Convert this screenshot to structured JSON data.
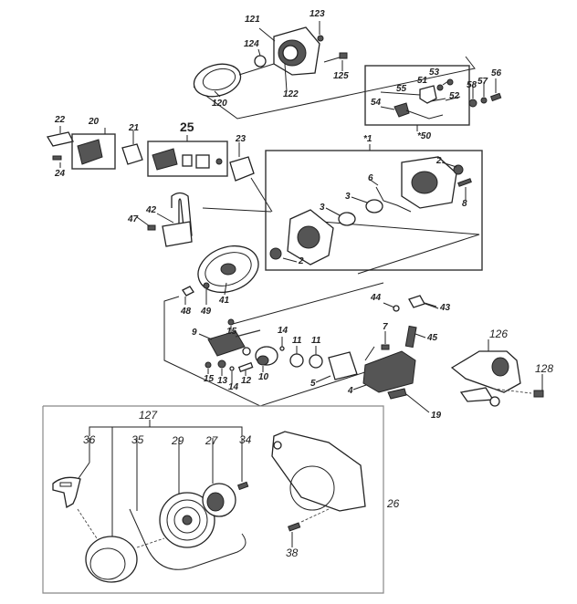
{
  "title": "Engine exploded parts diagram",
  "groups": {
    "clutch": {
      "labels": [
        "120",
        "121",
        "122",
        "123",
        "124",
        "125"
      ]
    },
    "group_50": {
      "label": "*50",
      "parts": [
        "51",
        "52",
        "53",
        "54",
        "55"
      ],
      "outside": [
        "56",
        "57",
        "58"
      ]
    },
    "intake": {
      "labels": [
        "20",
        "21",
        "22",
        "23",
        "24"
      ],
      "group_25": "25"
    },
    "crankcase_group_1": {
      "label": "*1",
      "parts": [
        "2",
        "2",
        "3",
        "3",
        "6",
        "8"
      ]
    },
    "ignition": {
      "labels": [
        "41",
        "42",
        "47",
        "48",
        "49"
      ]
    },
    "crankshaft": {
      "labels": [
        "9",
        "10",
        "11",
        "11",
        "12",
        "13",
        "14",
        "14",
        "15",
        "15"
      ]
    },
    "cylinder": {
      "labels": [
        "4",
        "5",
        "7",
        "19",
        "43",
        "44",
        "45"
      ]
    },
    "cover": {
      "labels": [
        "126",
        "128"
      ]
    },
    "starter_group_127": {
      "label": "127",
      "parts": [
        "36",
        "35",
        "29",
        "27",
        "34"
      ]
    },
    "starter_housing": {
      "labels": [
        "26",
        "38"
      ]
    }
  },
  "labels": [
    {
      "id": "120",
      "text": "120"
    },
    {
      "id": "121",
      "text": "121"
    },
    {
      "id": "122",
      "text": "122"
    },
    {
      "id": "123",
      "text": "123"
    },
    {
      "id": "124",
      "text": "124"
    },
    {
      "id": "125",
      "text": "125"
    },
    {
      "id": "53",
      "text": "53"
    },
    {
      "id": "51",
      "text": "51"
    },
    {
      "id": "55",
      "text": "55"
    },
    {
      "id": "52",
      "text": "52"
    },
    {
      "id": "54",
      "text": "54"
    },
    {
      "id": "58",
      "text": "58"
    },
    {
      "id": "57",
      "text": "57"
    },
    {
      "id": "56",
      "text": "56"
    },
    {
      "id": "50",
      "text": "*50"
    },
    {
      "id": "22",
      "text": "22"
    },
    {
      "id": "20",
      "text": "20"
    },
    {
      "id": "21",
      "text": "21"
    },
    {
      "id": "24",
      "text": "24"
    },
    {
      "id": "25",
      "text": "25"
    },
    {
      "id": "23",
      "text": "23"
    },
    {
      "id": "1",
      "text": "*1"
    },
    {
      "id": "2a",
      "text": "2"
    },
    {
      "id": "6",
      "text": "6"
    },
    {
      "id": "3a",
      "text": "3"
    },
    {
      "id": "3b",
      "text": "3"
    },
    {
      "id": "8",
      "text": "8"
    },
    {
      "id": "2b",
      "text": "2"
    },
    {
      "id": "42",
      "text": "42"
    },
    {
      "id": "47",
      "text": "47"
    },
    {
      "id": "41",
      "text": "41"
    },
    {
      "id": "48",
      "text": "48"
    },
    {
      "id": "49",
      "text": "49"
    },
    {
      "id": "44",
      "text": "44"
    },
    {
      "id": "43",
      "text": "43"
    },
    {
      "id": "9",
      "text": "9"
    },
    {
      "id": "15a",
      "text": "15"
    },
    {
      "id": "14a",
      "text": "14"
    },
    {
      "id": "11a",
      "text": "11"
    },
    {
      "id": "11b",
      "text": "11"
    },
    {
      "id": "7",
      "text": "7"
    },
    {
      "id": "45",
      "text": "45"
    },
    {
      "id": "15b",
      "text": "15"
    },
    {
      "id": "13",
      "text": "13"
    },
    {
      "id": "14b",
      "text": "14"
    },
    {
      "id": "12",
      "text": "12"
    },
    {
      "id": "10",
      "text": "10"
    },
    {
      "id": "5",
      "text": "5"
    },
    {
      "id": "4",
      "text": "4"
    },
    {
      "id": "19",
      "text": "19"
    },
    {
      "id": "126",
      "text": "126"
    },
    {
      "id": "128",
      "text": "128"
    },
    {
      "id": "127",
      "text": "127"
    },
    {
      "id": "36",
      "text": "36"
    },
    {
      "id": "35",
      "text": "35"
    },
    {
      "id": "29",
      "text": "29"
    },
    {
      "id": "27",
      "text": "27"
    },
    {
      "id": "34",
      "text": "34"
    },
    {
      "id": "26",
      "text": "26"
    },
    {
      "id": "38",
      "text": "38"
    }
  ]
}
